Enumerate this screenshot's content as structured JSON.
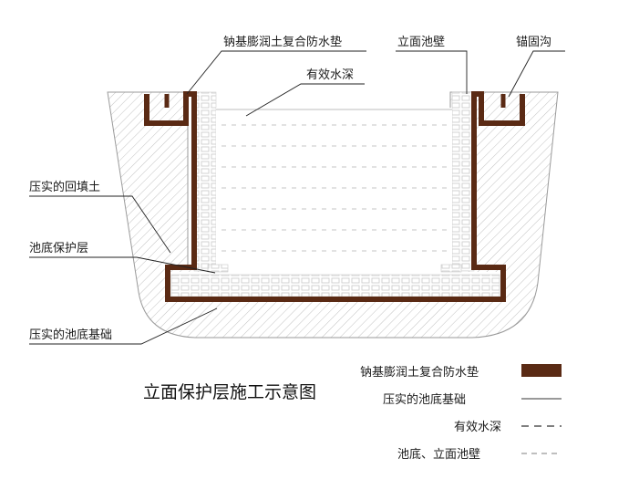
{
  "labels": {
    "membrane": "钠基膨润土复合防水垫",
    "wall": "立面池壁",
    "anchor": "锚固沟",
    "water_depth": "有效水深",
    "backfill": "压实的回填土",
    "protect": "池底保护层",
    "foundation": "压实的池底基础"
  },
  "title": "立面保护层施工示意图",
  "legend": [
    {
      "text": "钠基膨润土复合防水垫",
      "style": "dark-bar",
      "color": "#5a2a14"
    },
    {
      "text": "压实的池底基础",
      "style": "solid-line"
    },
    {
      "text": "有效水深",
      "style": "dash-line"
    },
    {
      "text": "池底、立面池壁",
      "style": "light-dash-line"
    }
  ],
  "colors": {
    "membrane": "#5a2a14",
    "hatch": "#b8b8b8",
    "outline": "#999999"
  }
}
